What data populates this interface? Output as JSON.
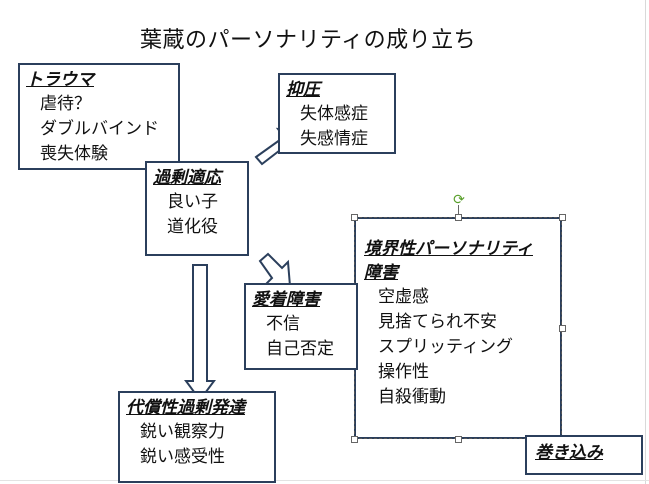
{
  "title": "葉蔵のパーソナリティの成り立ち",
  "boxes": {
    "trauma": {
      "heading": "トラウマ",
      "items": [
        "虐待？",
        "ダブルバインド",
        "喪失体験"
      ]
    },
    "yokuatsu": {
      "heading": "抑圧",
      "items": [
        "失体感症",
        "失感情症"
      ]
    },
    "kajou": {
      "heading": "過剰適応",
      "items": [
        "良い子",
        "道化役"
      ]
    },
    "aichaku": {
      "heading": "愛着障害",
      "items": [
        "不信",
        "自己否定"
      ]
    },
    "bpd": {
      "heading_line1": "境界性パーソナリティ",
      "heading_line2": "障害",
      "items": [
        "空虚感",
        "見捨てられ不安",
        "スプリッティング",
        "操作性",
        "自殺衝動"
      ]
    },
    "daishou": {
      "heading": "代償性過剰発達",
      "items": [
        "鋭い観察力",
        "鋭い感受性"
      ]
    },
    "makikomi": {
      "heading": "巻き込み"
    }
  },
  "colors": {
    "box_border": "#2b3f5c",
    "arrow_stroke": "#2b3f5c",
    "arrow_fill": "#ffffff",
    "rotation_handle": "#5aa02c"
  },
  "icons": {
    "rotation_handle": "rotate-icon"
  }
}
